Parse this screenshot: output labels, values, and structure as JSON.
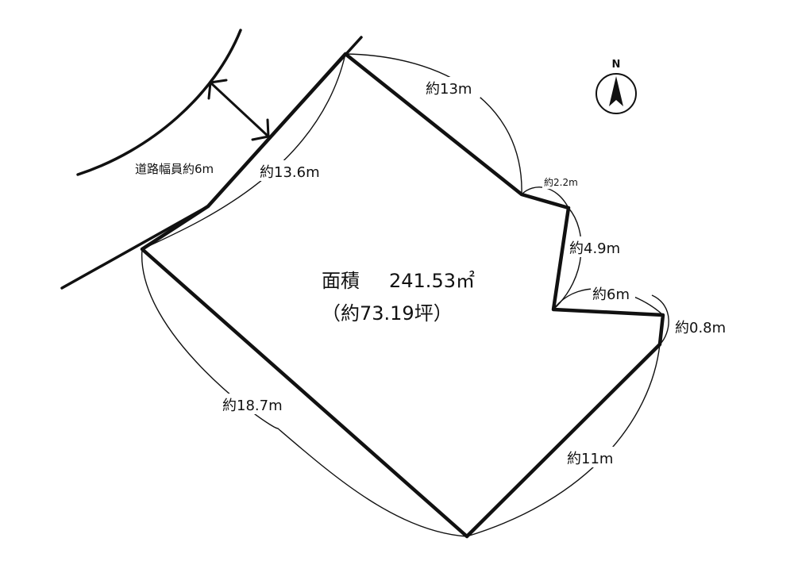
{
  "plot": {
    "area_label": "面積",
    "area_value": "241.53㎡",
    "area_tsubo": "（約73.19坪）"
  },
  "road": {
    "width_label": "道路幅員約6m"
  },
  "dimensions": {
    "front": "約13.6m",
    "north_east": "約13m",
    "short_1": "約2.2m",
    "short_2": "約4.9m",
    "short_3": "約6m",
    "short_4": "約0.8m",
    "south_east": "約11m",
    "south_west": "約18.7m"
  },
  "compass": {
    "letter": "N"
  },
  "colors": {
    "ink": "#111111",
    "background": "#ffffff"
  }
}
